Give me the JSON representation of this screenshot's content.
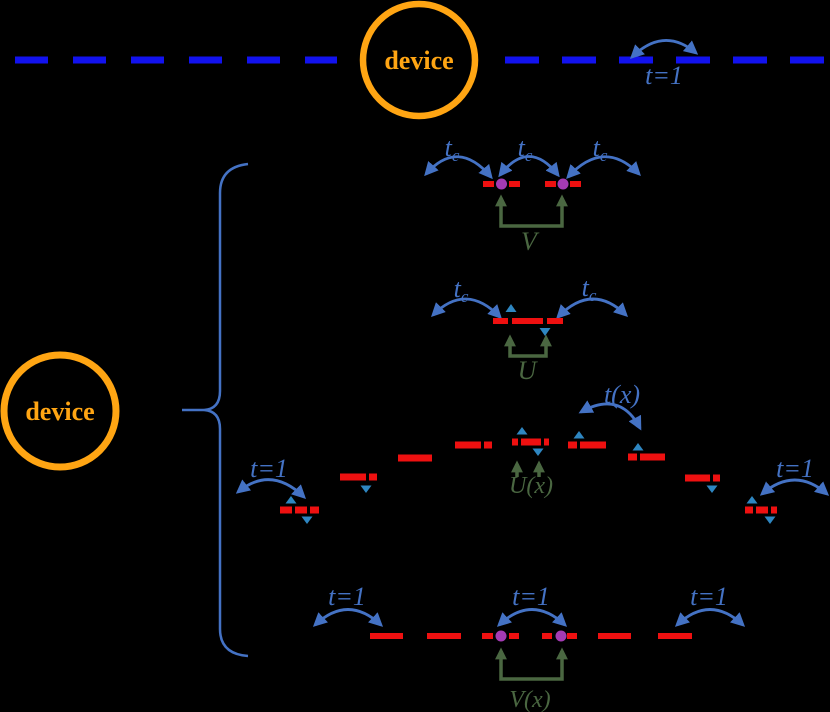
{
  "colors": {
    "background": "#000000",
    "lead_blue": "#1212EE",
    "site_red": "#EE1010",
    "device_orange": "#FFA513",
    "arc_blue": "#4472C4",
    "spin_blue": "#2E86C1",
    "boson_purple": "#A43BB3",
    "interaction_green": "#4A6741"
  },
  "top_chain": {
    "device_label": "device",
    "hopping_label": "t=1"
  },
  "device_bubble": {
    "label": "device"
  },
  "panels": {
    "pair_interaction": {
      "hopping_base": "t",
      "hopping_sub": "c",
      "interaction_label": "V"
    },
    "onsite_interaction": {
      "hopping_base": "t",
      "hopping_sub": "c",
      "interaction_label": "U"
    },
    "spatial_profile": {
      "left_hopping_label": "t=1",
      "right_hopping_label": "t=1",
      "hopping_function_label": "t(x)",
      "onsite_function_label": "U(x)"
    },
    "pair_profile": {
      "left_hopping_label": "t=1",
      "mid_hopping_label": "t=1",
      "right_hopping_label": "t=1",
      "interaction_function_label": "V(x)"
    }
  }
}
